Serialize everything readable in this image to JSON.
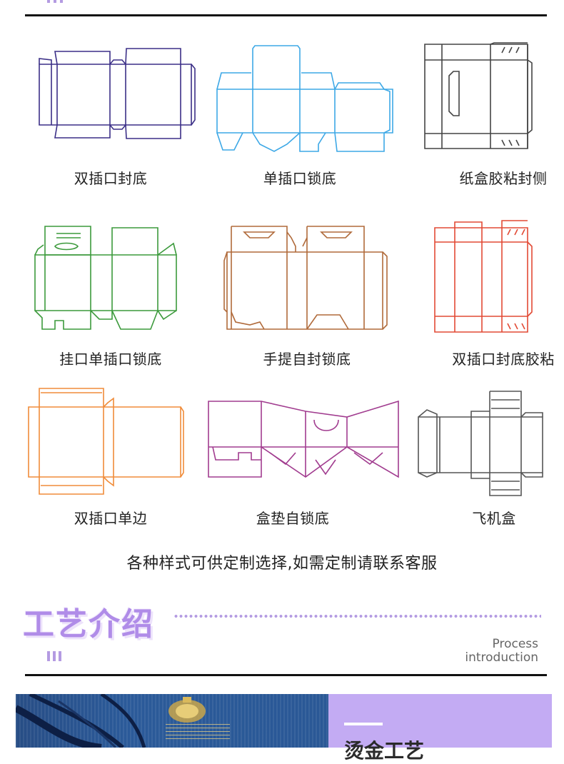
{
  "colors": {
    "accent": "#b08ce8",
    "rule": "#111111",
    "navy": "#3b2f87",
    "sky": "#3da8e6",
    "charcoal": "#444444",
    "green": "#3c9a3c",
    "brown": "#b06a3a",
    "red": "#e24a35",
    "orange": "#f08c3a",
    "purple": "#a13c8f",
    "gray": "#555555",
    "panel": "#c3abf3"
  },
  "box_styles": [
    {
      "label": "双插口封底",
      "color": "navy"
    },
    {
      "label": "单插口锁底",
      "color": "sky"
    },
    {
      "label": "纸盒胶粘封侧",
      "color": "charcoal"
    },
    {
      "label": "挂口单插口锁底",
      "color": "green"
    },
    {
      "label": "手提自封锁底",
      "color": "brown"
    },
    {
      "label": "双插口封底胶粘",
      "color": "red"
    },
    {
      "label": "双插口单边",
      "color": "orange"
    },
    {
      "label": "盒垫自锁底",
      "color": "purple"
    },
    {
      "label": "飞机盒",
      "color": "gray"
    }
  ],
  "note": "各种样式可供定制选择,如需定制请联系客服",
  "section": {
    "title": "工艺介绍",
    "subtitle_line1": "Process",
    "subtitle_line2": "introduction"
  },
  "panel": {
    "title": "烫金工艺"
  }
}
